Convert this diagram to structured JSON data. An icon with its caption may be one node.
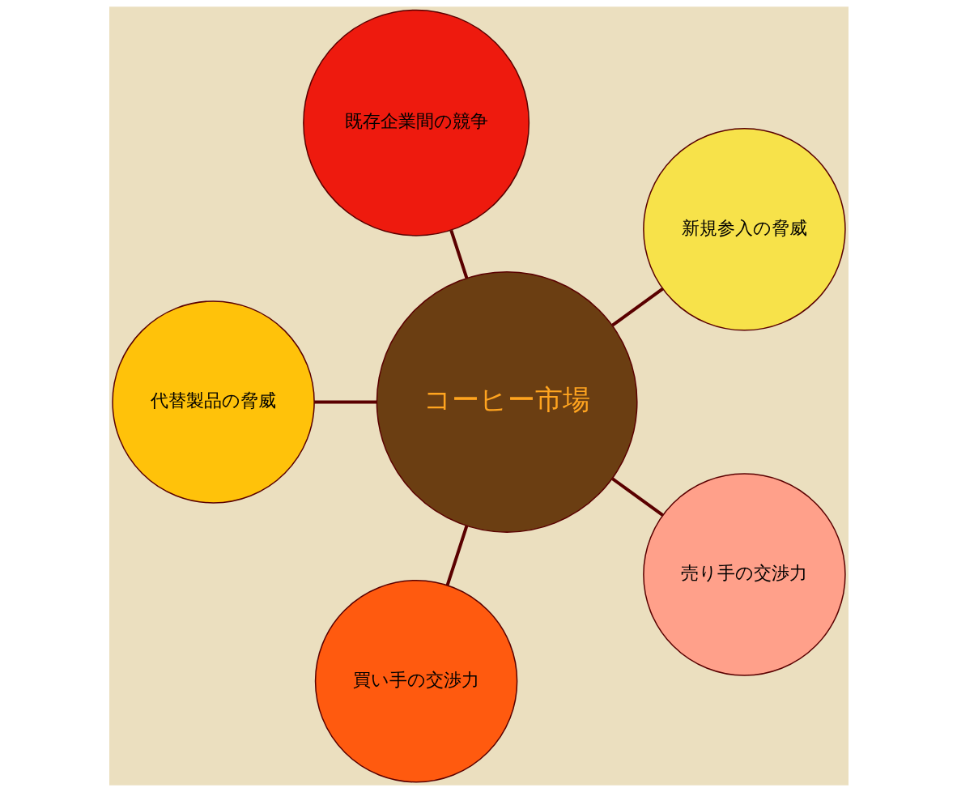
{
  "diagram": {
    "nodes": [
      {
        "text": [
          "新規参入の脅威"
        ]
      },
      {
        "text": [
          "既存企業間の競争"
        ]
      },
      {
        "text": [
          "代替製品の脅威"
        ]
      },
      {
        "text": [
          "コーヒー市場"
        ]
      },
      {
        "text": [
          "買い手の交渉力"
        ]
      },
      {
        "text": [
          "売り手の交渉力"
        ]
      }
    ],
    "edges": [
      {
        "from": 3,
        "to": 0,
        "arrow": "none"
      },
      {
        "from": 3,
        "to": 1,
        "arrow": "none"
      },
      {
        "from": 3,
        "to": 2,
        "arrow": "none"
      },
      {
        "from": 3,
        "to": 4,
        "arrow": "none"
      },
      {
        "from": 3,
        "to": 5,
        "arrow": "none"
      }
    ]
  }
}
